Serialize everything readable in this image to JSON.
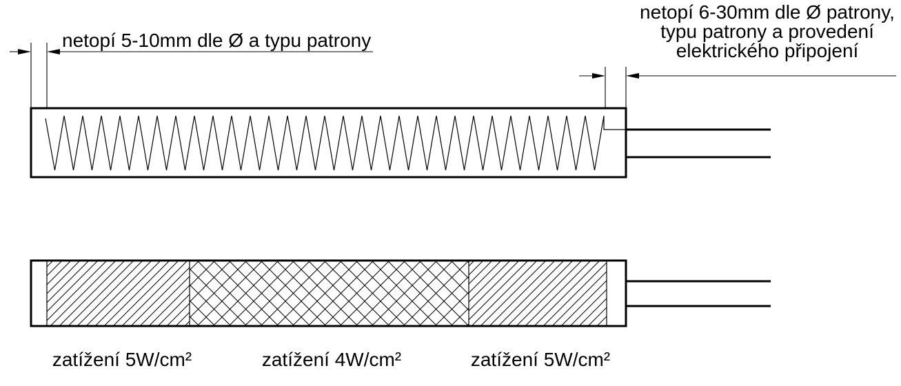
{
  "annotations": {
    "left_dimension": "netopí 5-10mm dle Ø a typu patrony",
    "right_dimension_line1": "netopí 6-30mm dle Ø patrony,",
    "right_dimension_line2": "typu patrony a provedení",
    "right_dimension_line3": "elektrického připojení"
  },
  "zone_labels": {
    "left": "zatížení 5W/cm²",
    "middle": "zatížení 4W/cm²",
    "right": "zatížení 5W/cm²"
  },
  "colors": {
    "line": "#000000",
    "background": "#ffffff"
  }
}
